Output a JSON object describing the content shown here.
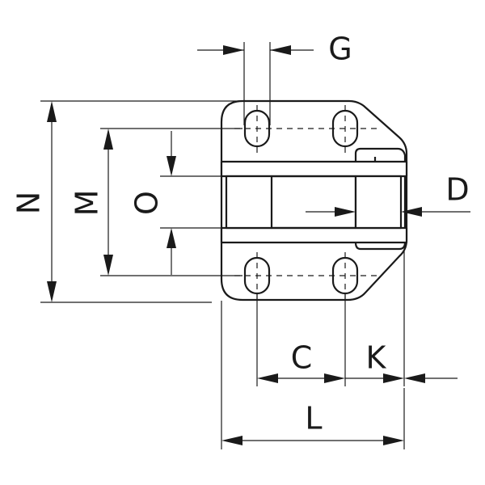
{
  "diagram": {
    "labels": {
      "G": "G",
      "N": "N",
      "M": "M",
      "O": "O",
      "D": "D",
      "C": "C",
      "K": "K",
      "L": "L"
    },
    "colors": {
      "line": "#1a1a1a",
      "background": "#ffffff"
    }
  }
}
